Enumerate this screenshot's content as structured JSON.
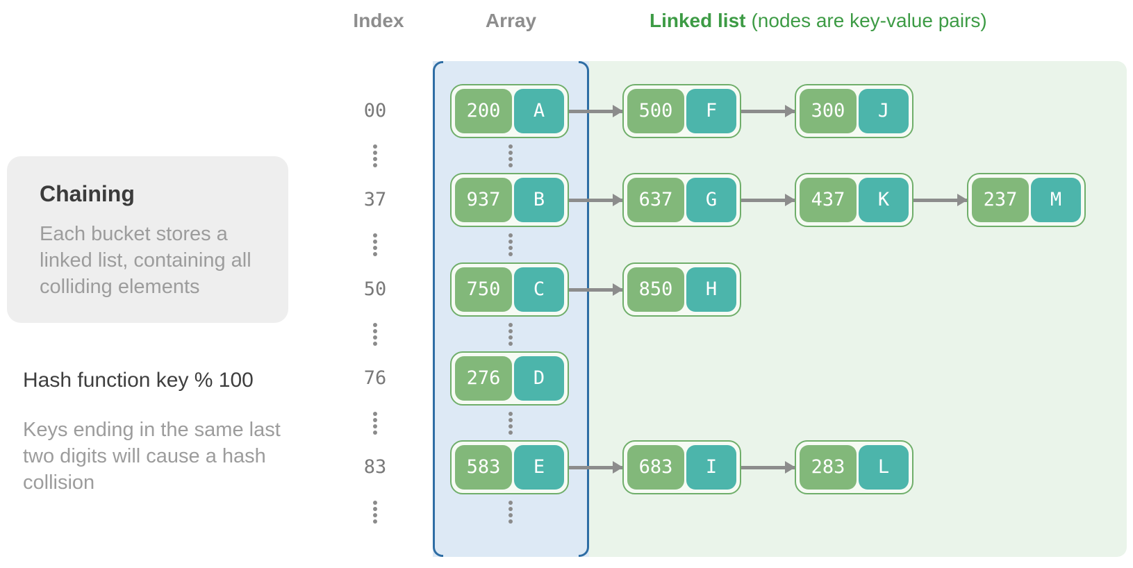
{
  "header": {
    "index_label": "Index",
    "array_label": "Array",
    "linked_list_label": "Linked list",
    "linked_list_note": "(nodes are key-value pairs)"
  },
  "info_card": {
    "title": "Chaining",
    "body": "Each bucket stores a linked list, containing all colliding elements"
  },
  "hash_function": {
    "label": "Hash function key % 100",
    "note": "Keys ending in the same last two digits will cause a hash collision"
  },
  "buckets": [
    {
      "index": "00",
      "chain": [
        {
          "key": "200",
          "value": "A"
        },
        {
          "key": "500",
          "value": "F"
        },
        {
          "key": "300",
          "value": "J"
        }
      ]
    },
    {
      "index": "37",
      "chain": [
        {
          "key": "937",
          "value": "B"
        },
        {
          "key": "637",
          "value": "G"
        },
        {
          "key": "437",
          "value": "K"
        },
        {
          "key": "237",
          "value": "M"
        }
      ]
    },
    {
      "index": "50",
      "chain": [
        {
          "key": "750",
          "value": "C"
        },
        {
          "key": "850",
          "value": "H"
        }
      ]
    },
    {
      "index": "76",
      "chain": [
        {
          "key": "276",
          "value": "D"
        }
      ]
    },
    {
      "index": "83",
      "chain": [
        {
          "key": "583",
          "value": "E"
        },
        {
          "key": "683",
          "value": "I"
        },
        {
          "key": "283",
          "value": "L"
        }
      ]
    }
  ],
  "colors": {
    "key_green": "#82b87a",
    "value_teal": "#4cb5ab",
    "node_border": "#6fae6a",
    "array_fill": "#dde9f5",
    "bracket_blue": "#2e6da4",
    "list_fill": "#eaf4ea",
    "arrow_gray": "#8c8c8c",
    "header_gray": "#8d8d8d",
    "header_green": "#3d9b45"
  }
}
